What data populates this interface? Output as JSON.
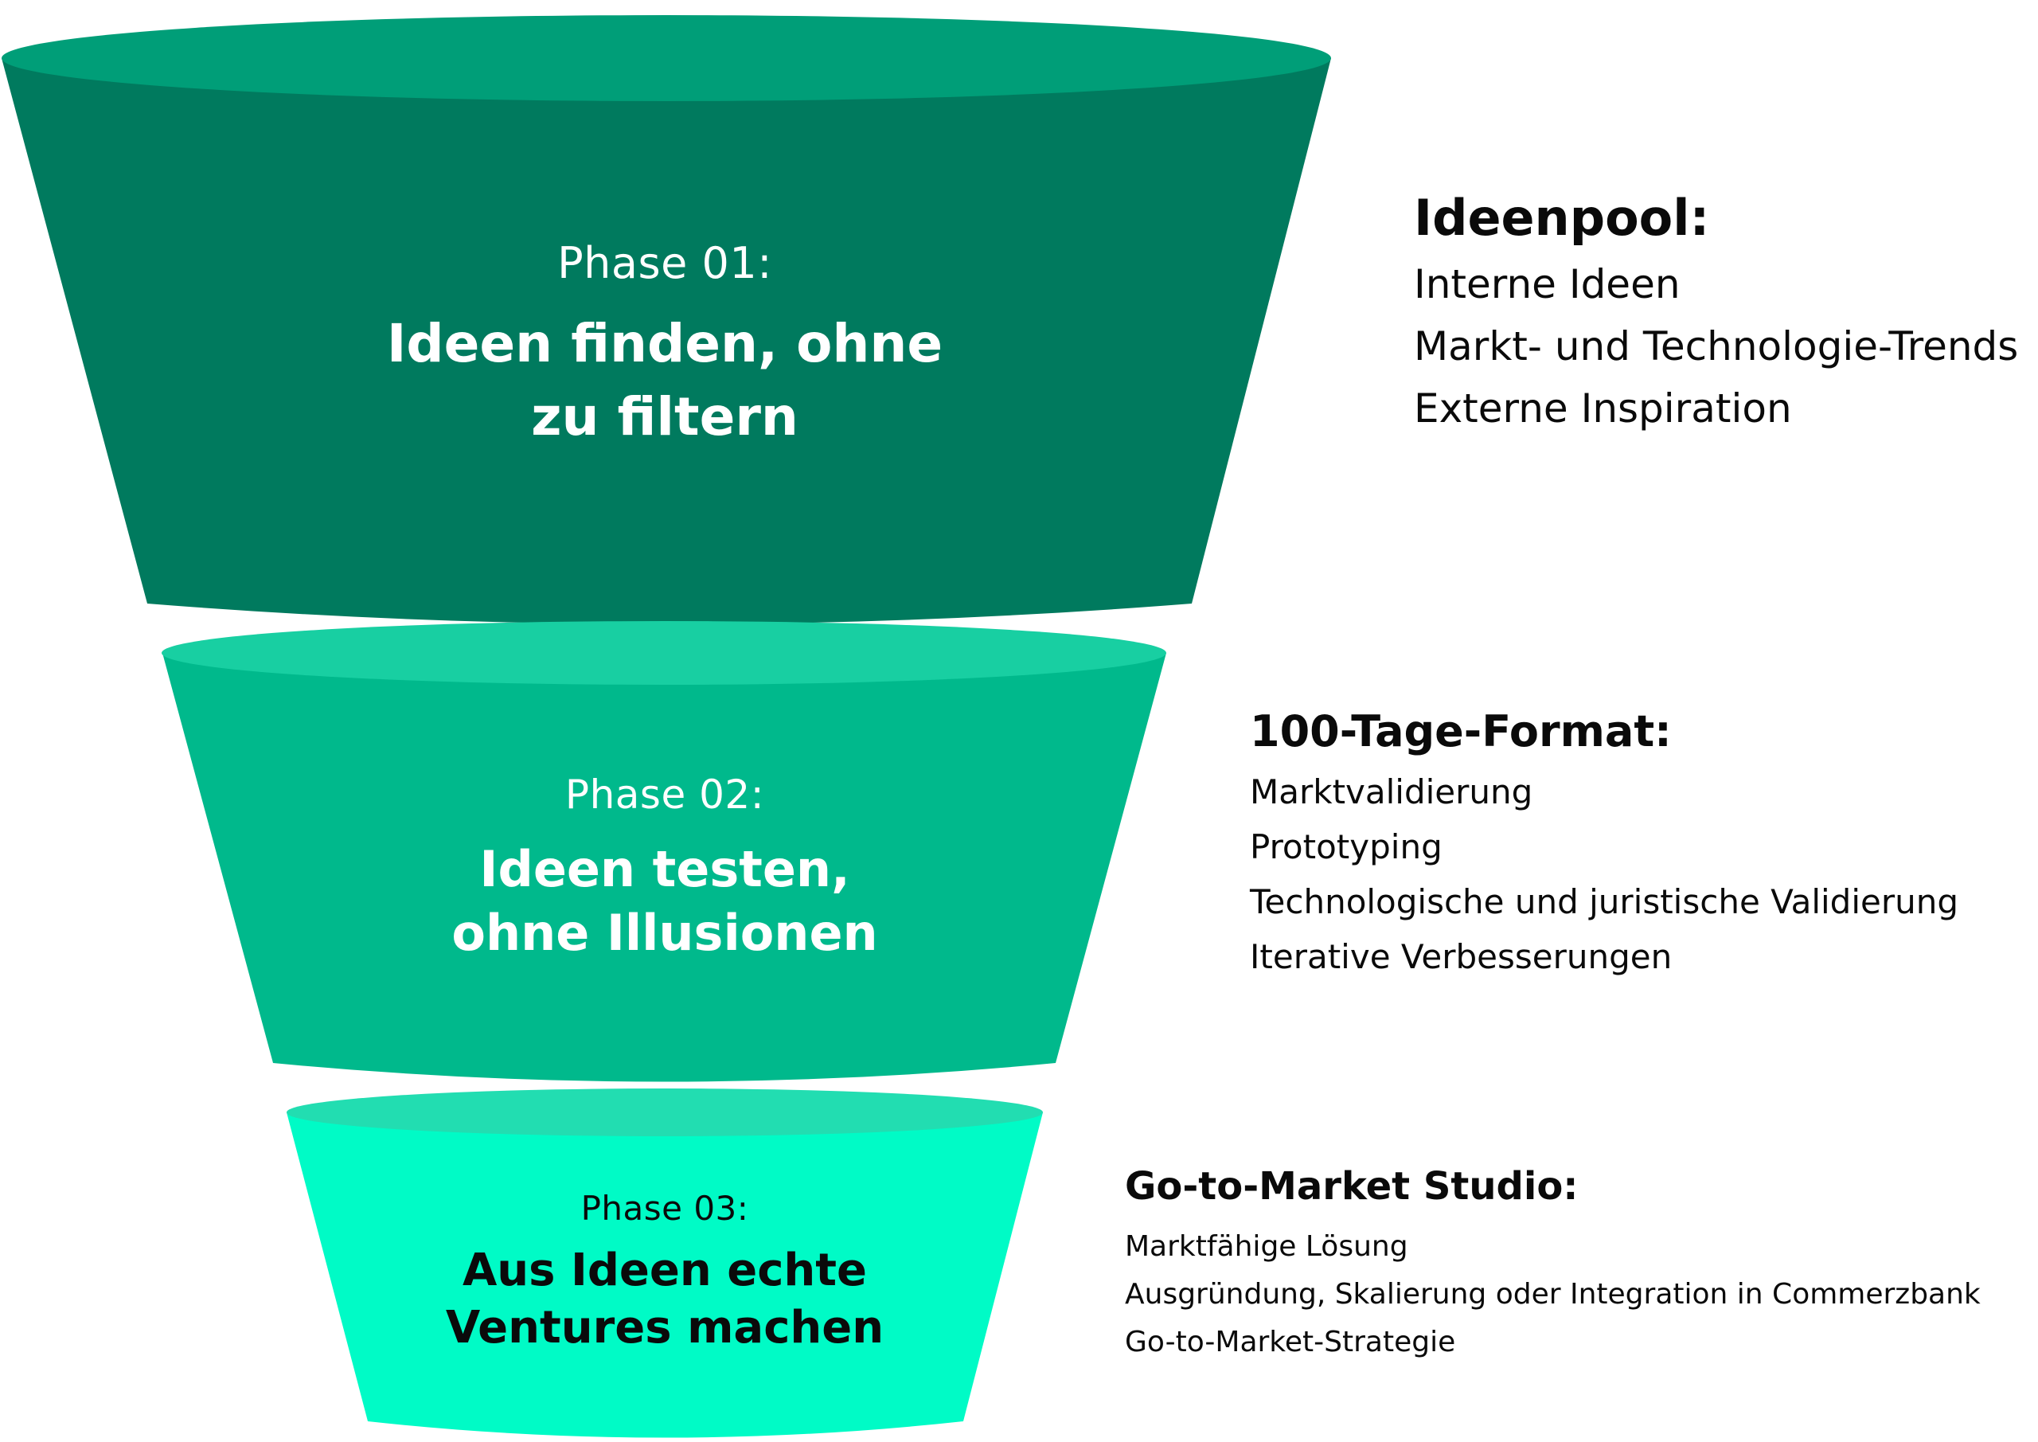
{
  "colors": {
    "phase1_body": "#007A5E",
    "phase1_top": "#009E78",
    "phase2_body": "#00B98C",
    "phase2_top": "#18CFA2",
    "phase3_body": "#00FBC6",
    "phase3_top": "#22DDB1",
    "text_dark": "#0A0A0A",
    "text_light": "#FFFFFF"
  },
  "phases": [
    {
      "label": "Phase 01:",
      "title_line1": "Ideen finden, ohne",
      "title_line2": "zu filtern"
    },
    {
      "label": "Phase 02:",
      "title_line1": "Ideen testen,",
      "title_line2": "ohne Illusionen"
    },
    {
      "label": "Phase 03:",
      "title_line1": "Aus Ideen echte",
      "title_line2": "Ventures machen"
    }
  ],
  "info": [
    {
      "title": "Ideenpool:",
      "items": [
        "Interne Ideen",
        "Markt- und Technologie-Trends",
        "Externe Inspiration"
      ]
    },
    {
      "title": "100-Tage-Format:",
      "items": [
        "Marktvalidierung",
        "Prototyping",
        "Technologische und juristische Validierung",
        "Iterative Verbesserungen"
      ]
    },
    {
      "title": "Go-to-Market Studio:",
      "items": [
        "Marktfähige Lösung",
        "Ausgründung, Skalierung oder Integration in Commerzbank",
        "Go-to-Market-Strategie"
      ]
    }
  ]
}
